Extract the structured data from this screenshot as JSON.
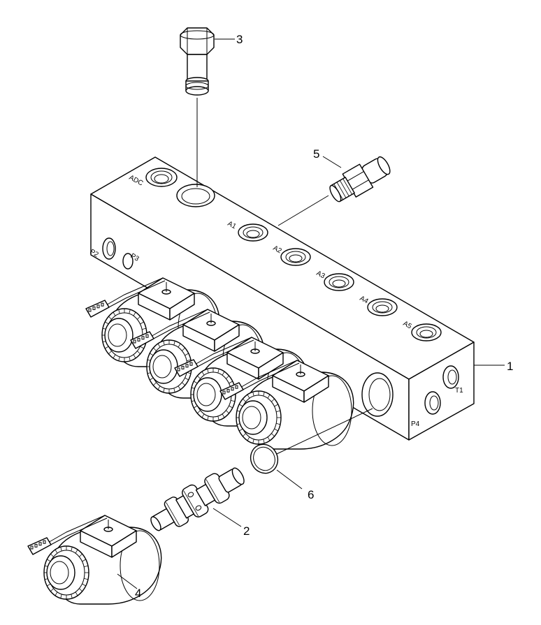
{
  "diagram": {
    "callouts": [
      {
        "id": "1",
        "label": "1"
      },
      {
        "id": "2",
        "label": "2"
      },
      {
        "id": "3",
        "label": "3"
      },
      {
        "id": "4",
        "label": "4"
      },
      {
        "id": "5",
        "label": "5"
      },
      {
        "id": "6",
        "label": "6"
      }
    ],
    "ports": {
      "adc": "ADC",
      "a1": "A1",
      "a2": "A2",
      "a3": "A3",
      "a4": "A4",
      "a5": "A5",
      "p2": "P2",
      "p3": "P3",
      "p4": "P4",
      "t1": "T1"
    }
  }
}
